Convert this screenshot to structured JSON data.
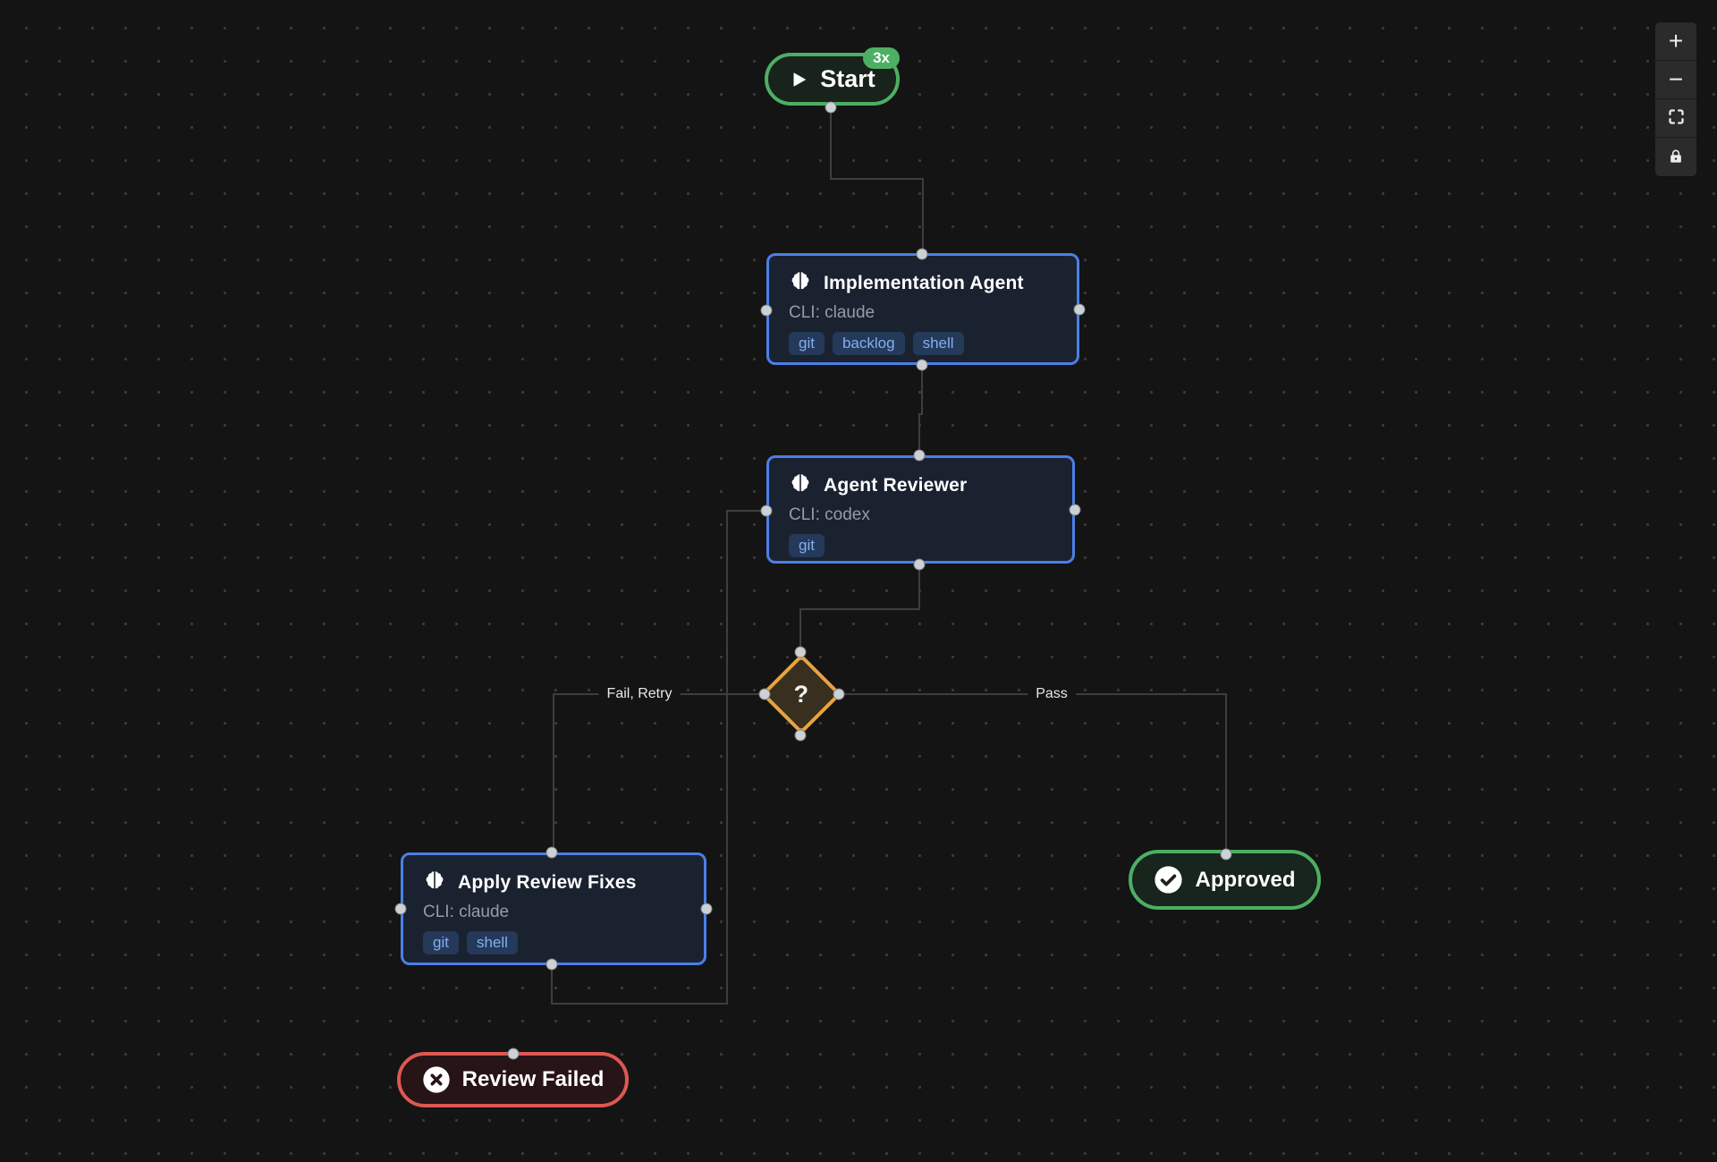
{
  "canvas": {
    "background": "#141414",
    "dot_color": "#3b3b3b"
  },
  "colors": {
    "agent_node_border": "#4c7fe6",
    "agent_node_bg": "#1a2230",
    "success_green": "#4caf63",
    "fail_red": "#dd5852",
    "decision_orange": "#e9a43f",
    "edge_gray": "#3e3e3e",
    "tag_bg": "#25395a",
    "tag_text": "#83aff0"
  },
  "nodes": {
    "start": {
      "label": "Start",
      "badge": "3x"
    },
    "implementation": {
      "title": "Implementation Agent",
      "subtitle": "CLI: claude",
      "tags": [
        "git",
        "backlog",
        "shell"
      ]
    },
    "reviewer": {
      "title": "Agent Reviewer",
      "subtitle": "CLI: codex",
      "tags": [
        "git"
      ]
    },
    "decision": {
      "label": "?"
    },
    "apply_fixes": {
      "title": "Apply Review Fixes",
      "subtitle": "CLI: claude",
      "tags": [
        "git",
        "shell"
      ]
    },
    "approved": {
      "label": "Approved"
    },
    "review_failed": {
      "label": "Review Failed"
    }
  },
  "edges": {
    "fail_label": "Fail, Retry",
    "pass_label": "Pass"
  },
  "controls": {
    "zoom_in_glyph": "+",
    "zoom_out_glyph": "−"
  }
}
